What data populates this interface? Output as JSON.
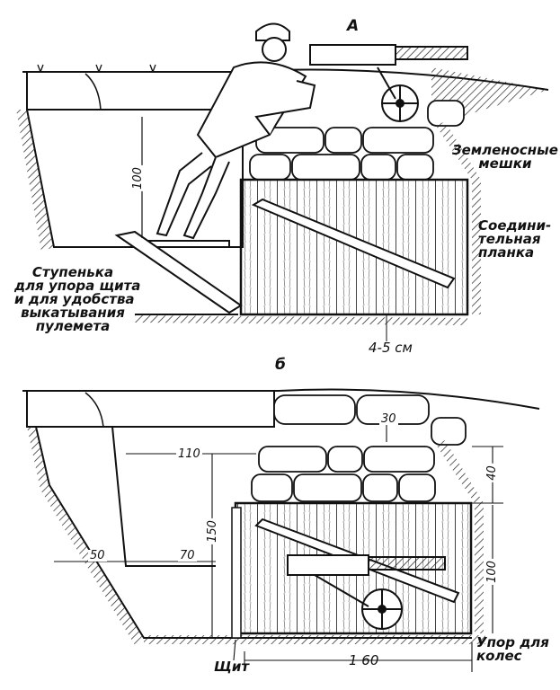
{
  "figure_a": {
    "label": "А",
    "sandbags_label": [
      "Земленосные",
      "мешки"
    ],
    "plank_label": [
      "Соедини-",
      "тельная",
      "планка"
    ],
    "step_label": [
      "Ступенька",
      "для упора щита",
      "и для удобства",
      "выкатывания",
      "пулемета"
    ],
    "dim_height": "100",
    "dim_gap": "4-5 см"
  },
  "figure_b": {
    "label": "б",
    "dim_30": "30",
    "dim_110": "110",
    "dim_40": "40",
    "dim_150": "150",
    "dim_50": "50",
    "dim_70": "70",
    "dim_100": "100",
    "dim_160": "1 60",
    "shield_label": "Щит",
    "wheel_stop_label": [
      "Упор для",
      "колес"
    ]
  }
}
